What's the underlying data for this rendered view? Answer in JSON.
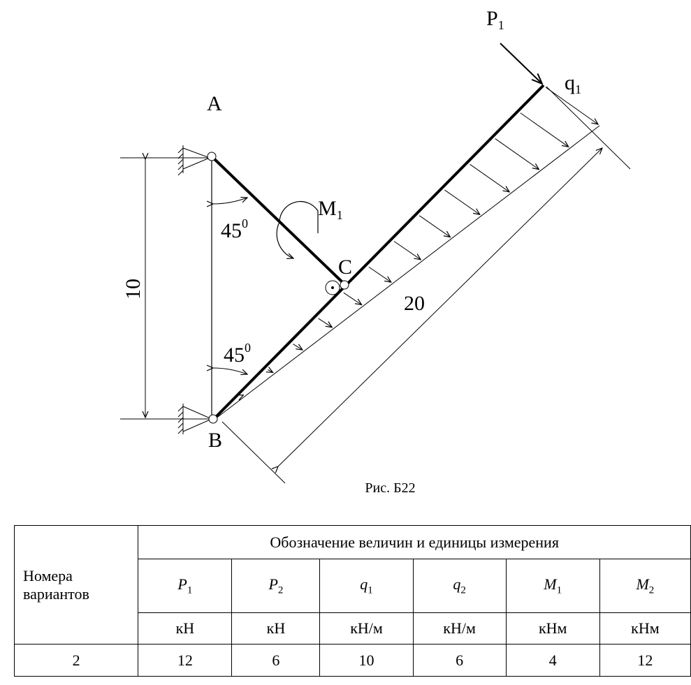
{
  "figure": {
    "labels": {
      "A": "A",
      "B": "B",
      "C": "C"
    },
    "force": {
      "name": "P",
      "sub": "1"
    },
    "load": {
      "name": "q",
      "sub": "1"
    },
    "moment": {
      "name": "M",
      "sub": "1"
    },
    "angle_top": {
      "value": "45",
      "sup": "0"
    },
    "angle_bottom": {
      "value": "45",
      "sup": "0"
    },
    "dim_height": "10",
    "dim_length": "20",
    "caption": "Рис. Б22"
  },
  "table": {
    "row_header": "Номера вариантов",
    "group_header": "Обозначение величин и единицы измерения",
    "columns": [
      {
        "sym": "P",
        "sub": "1",
        "unit": "кН",
        "value": "12"
      },
      {
        "sym": "P",
        "sub": "2",
        "unit": "кН",
        "value": "6"
      },
      {
        "sym": "q",
        "sub": "1",
        "unit": "кН/м",
        "value": "10"
      },
      {
        "sym": "q",
        "sub": "2",
        "unit": "кН/м",
        "value": "6"
      },
      {
        "sym": "M",
        "sub": "1",
        "unit": "кНм",
        "value": "4"
      },
      {
        "sym": "M",
        "sub": "2",
        "unit": "кНм",
        "value": "12"
      }
    ],
    "variant": "2"
  }
}
